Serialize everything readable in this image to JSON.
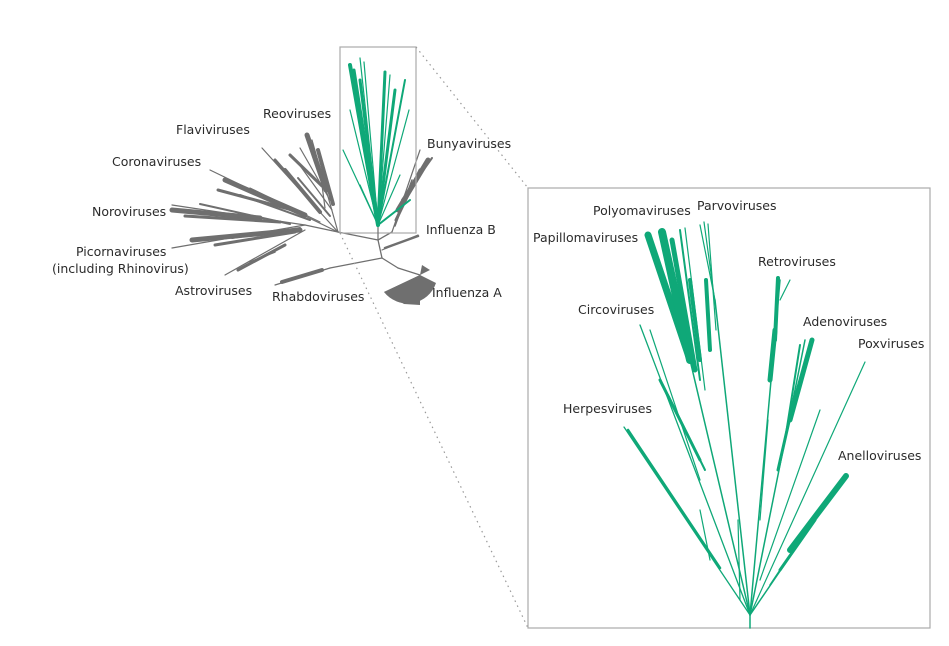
{
  "colors": {
    "other_branches": "#6f6f6f",
    "dna_branches": "#0fa878",
    "frame": "#aaaaaa",
    "guide": "#999999",
    "label_text": "#2b2b2b"
  },
  "overview_labels": {
    "reoviruses": "Reoviruses",
    "flaviviruses": "Flaviviruses",
    "coronaviruses": "Coronaviruses",
    "noroviruses": "Noroviruses",
    "picornaviruses": "Picornaviruses",
    "picornaviruses_note": "(including Rhinovirus)",
    "astroviruses": "Astroviruses",
    "rhabdoviruses": "Rhabdoviruses",
    "bunyaviruses": "Bunyaviruses",
    "influenza_b": "Influenza B",
    "influenza_a": "Influenza A"
  },
  "zoom_labels": {
    "polyomaviruses": "Polyomaviruses",
    "parvoviruses": "Parvoviruses",
    "papillomaviruses": "Papillomaviruses",
    "retroviruses": "Retroviruses",
    "circoviruses": "Circoviruses",
    "adenoviruses": "Adenoviruses",
    "poxviruses": "Poxviruses",
    "herpesviruses": "Herpesviruses",
    "anelloviruses": "Anelloviruses"
  }
}
